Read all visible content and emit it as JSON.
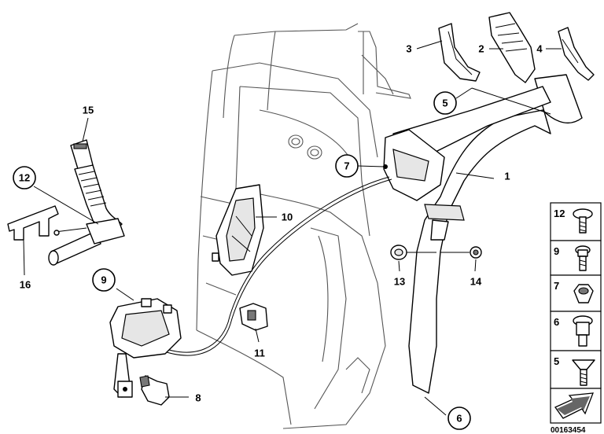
{
  "callouts": [
    {
      "id": "c1",
      "text": "1",
      "circled": false
    },
    {
      "id": "c2",
      "text": "2",
      "circled": false
    },
    {
      "id": "c3",
      "text": "3",
      "circled": false
    },
    {
      "id": "c4",
      "text": "4",
      "circled": false
    },
    {
      "id": "c5",
      "text": "5",
      "circled": true
    },
    {
      "id": "c6",
      "text": "6",
      "circled": true
    },
    {
      "id": "c7",
      "text": "7",
      "circled": true
    },
    {
      "id": "c8",
      "text": "8",
      "circled": false
    },
    {
      "id": "c9",
      "text": "9",
      "circled": true
    },
    {
      "id": "c10",
      "text": "10",
      "circled": false
    },
    {
      "id": "c11",
      "text": "11",
      "circled": false
    },
    {
      "id": "c12",
      "text": "12",
      "circled": true
    },
    {
      "id": "c13",
      "text": "13",
      "circled": false
    },
    {
      "id": "c14",
      "text": "14",
      "circled": false
    },
    {
      "id": "c15",
      "text": "15",
      "circled": false
    },
    {
      "id": "c16",
      "text": "16",
      "circled": false
    }
  ],
  "legend": {
    "rows": [
      {
        "label": "12",
        "icon": "round-head-bolt-icon"
      },
      {
        "label": "9",
        "icon": "torx-bolt-icon"
      },
      {
        "label": "7",
        "icon": "hex-nut-icon"
      },
      {
        "label": "6",
        "icon": "stepped-bolt-icon"
      },
      {
        "label": "5",
        "icon": "countersunk-screw-icon"
      }
    ],
    "arrow_icon": "direction-arrow-icon"
  },
  "diagram_code": "00163454"
}
